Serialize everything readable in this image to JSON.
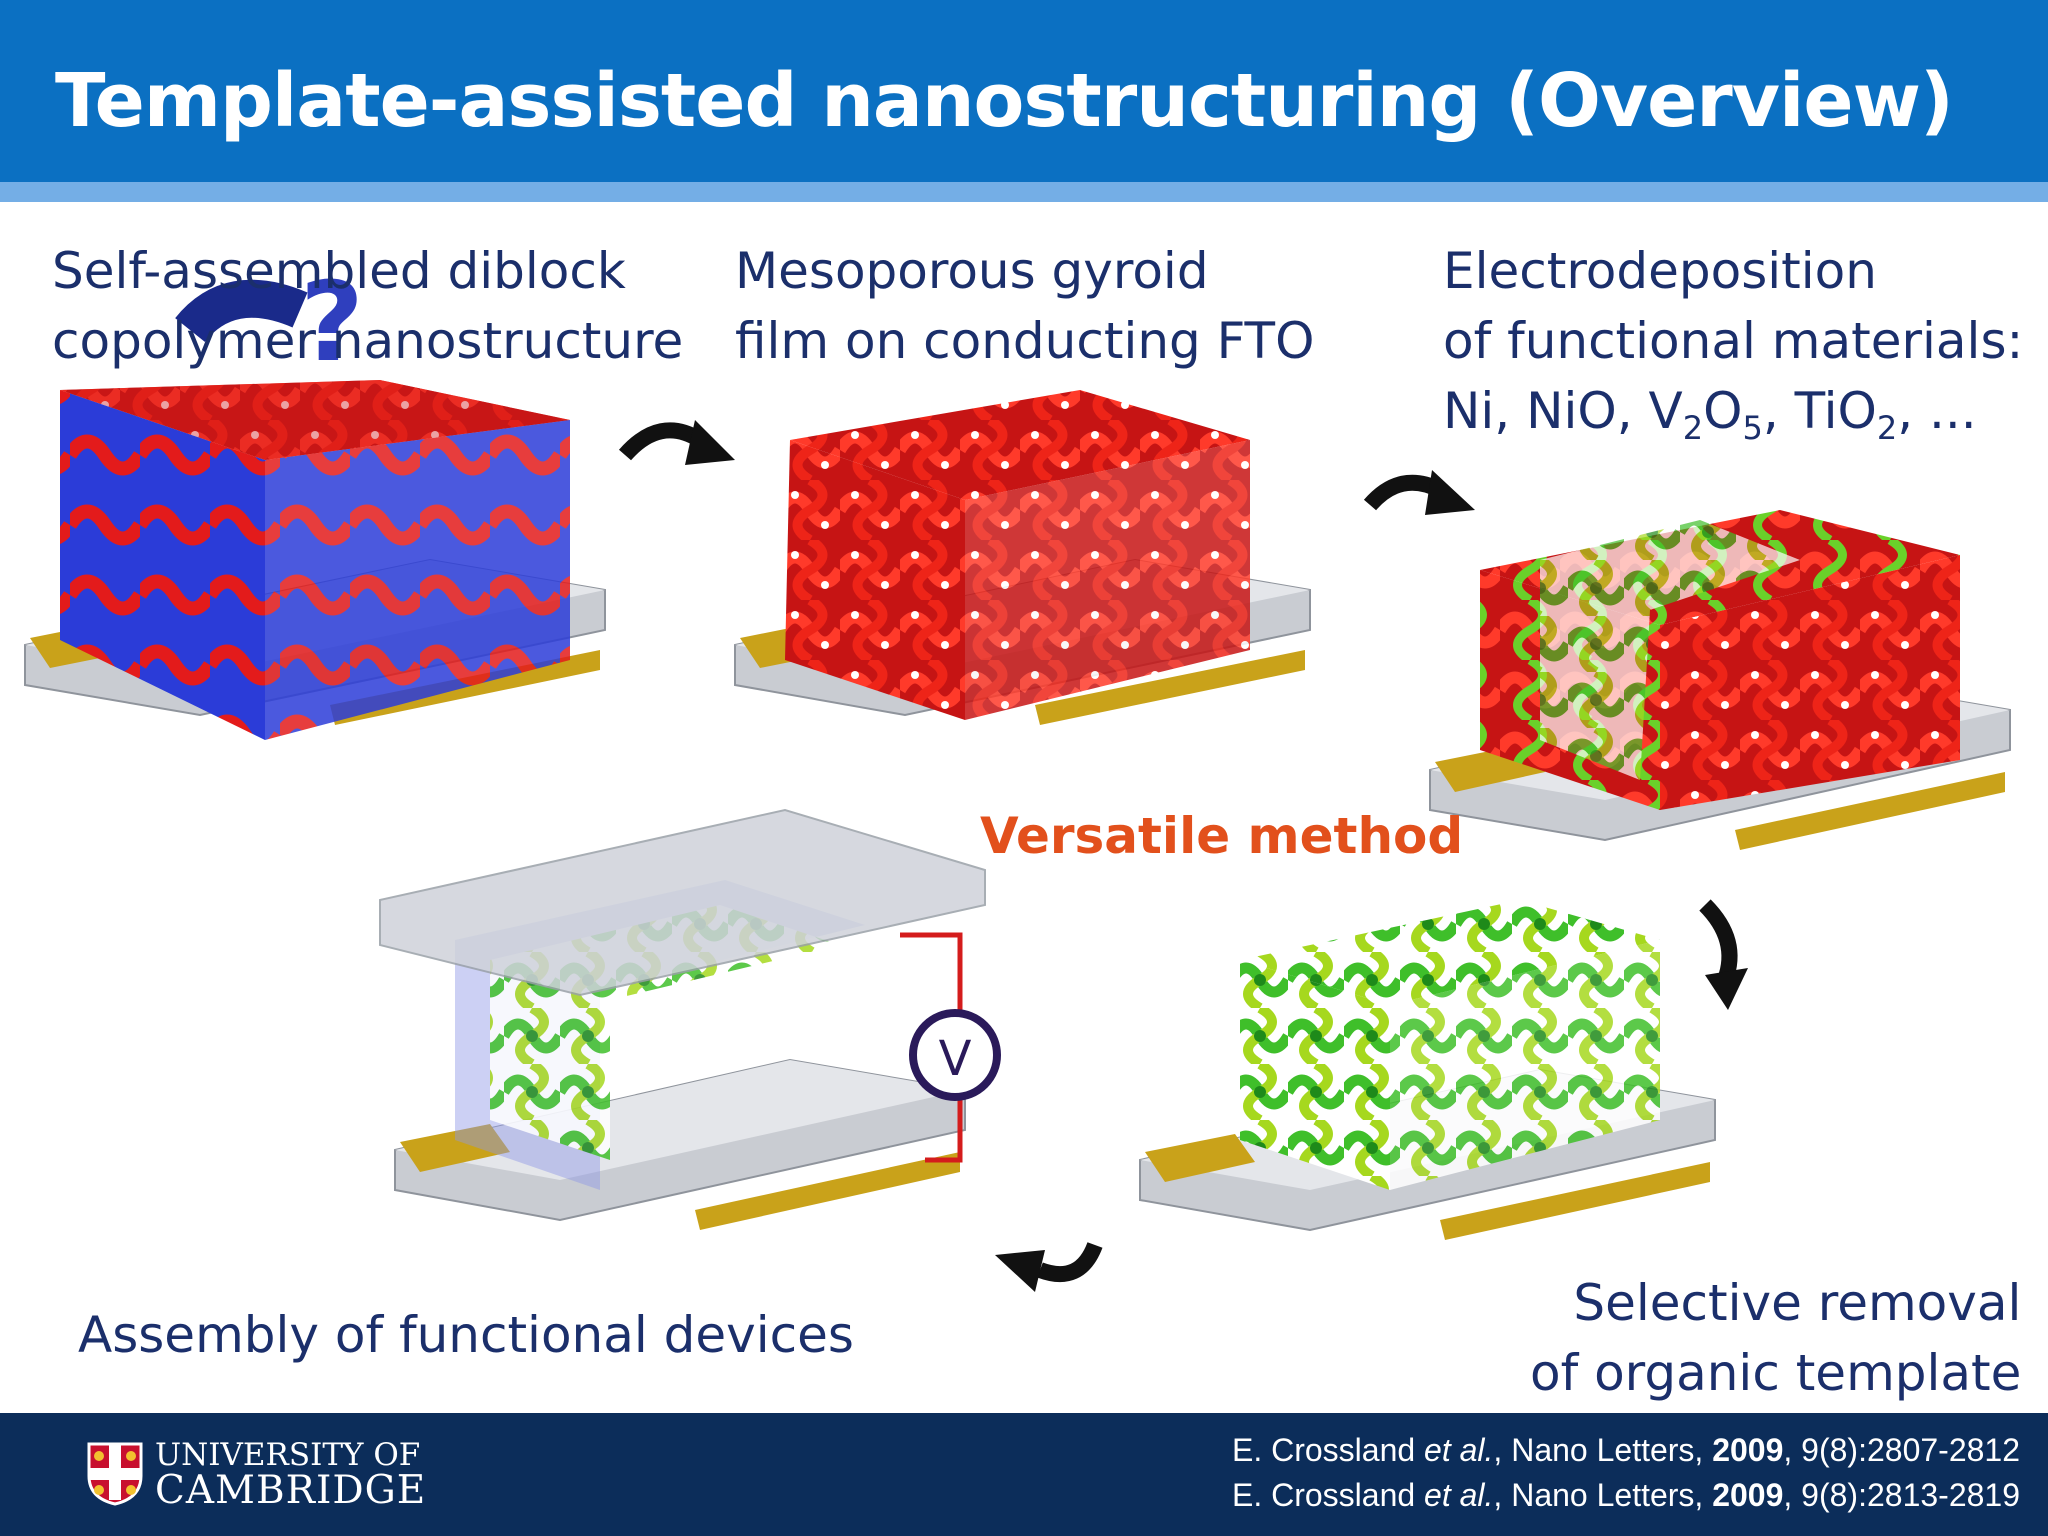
{
  "slide": {
    "title": "Template-assisted nanostructuring (Overview)"
  },
  "steps": [
    {
      "line1": "Self-assembled diblock",
      "line2": "copolymer nanostructure"
    },
    {
      "line1": "Mesoporous gyroid",
      "line2": "film on conducting FTO"
    },
    {
      "line1": "Electrodeposition",
      "line2": "of functional materials:",
      "line3_parts": [
        "Ni, NiO, V",
        "2",
        "O",
        "5",
        ", TiO",
        "2",
        ", ..."
      ]
    },
    {
      "line1": "Selective removal",
      "line2": "of organic template"
    },
    {
      "line1": "Assembly of  functional  devices"
    }
  ],
  "highlight": "Versatile method",
  "voltmeter_symbol": "V",
  "question_marks": "?",
  "footer": {
    "logo_line1": "UNIVERSITY OF",
    "logo_line2": "CAMBRIDGE",
    "references": [
      {
        "author": "E. Crossland ",
        "etal": "et al.",
        "journal": ", Nano Letters, ",
        "year": "2009",
        "pages": ", 9(8):2807-2812"
      },
      {
        "author": "E. Crossland ",
        "etal": "et al.",
        "journal": ", Nano Letters, ",
        "year": "2009",
        "pages": ", 9(8):2813-2819"
      }
    ]
  },
  "colors": {
    "header": "#0b70c2",
    "header_stripe": "#74aee6",
    "caption": "#1b2f6b",
    "highlight": "#e2501c",
    "footer": "#0c2d5a",
    "polymer_red": "#e31b1b",
    "polymer_blue": "#2b3cd8",
    "material_green": "#3fbf2a",
    "electrode_gold": "#c9a21a"
  },
  "icons": {
    "process_arrow": "curved-arrow-icon",
    "logo": "cambridge-shield-icon",
    "meter": "voltmeter-icon"
  }
}
